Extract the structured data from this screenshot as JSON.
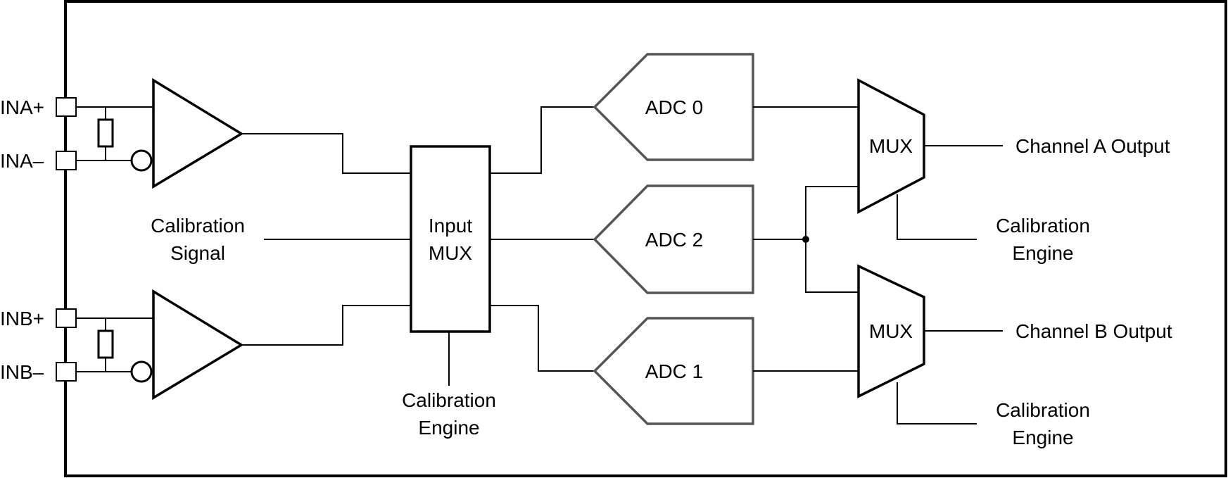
{
  "pins": {
    "ina_plus": "INA+",
    "ina_minus": "INA–",
    "inb_plus": "INB+",
    "inb_minus": "INB–"
  },
  "calibration_signal": [
    "Calibration",
    "Signal"
  ],
  "input_mux": [
    "Input",
    "MUX"
  ],
  "input_mux_cal": [
    "Calibration",
    "Engine"
  ],
  "adcs": {
    "adc0": "ADC 0",
    "adc2": "ADC 2",
    "adc1": "ADC 1"
  },
  "mux_a": {
    "label": "MUX",
    "output": "Channel A Output",
    "cal": [
      "Calibration",
      "Engine"
    ]
  },
  "mux_b": {
    "label": "MUX",
    "output": "Channel B Output",
    "cal": [
      "Calibration",
      "Engine"
    ]
  }
}
